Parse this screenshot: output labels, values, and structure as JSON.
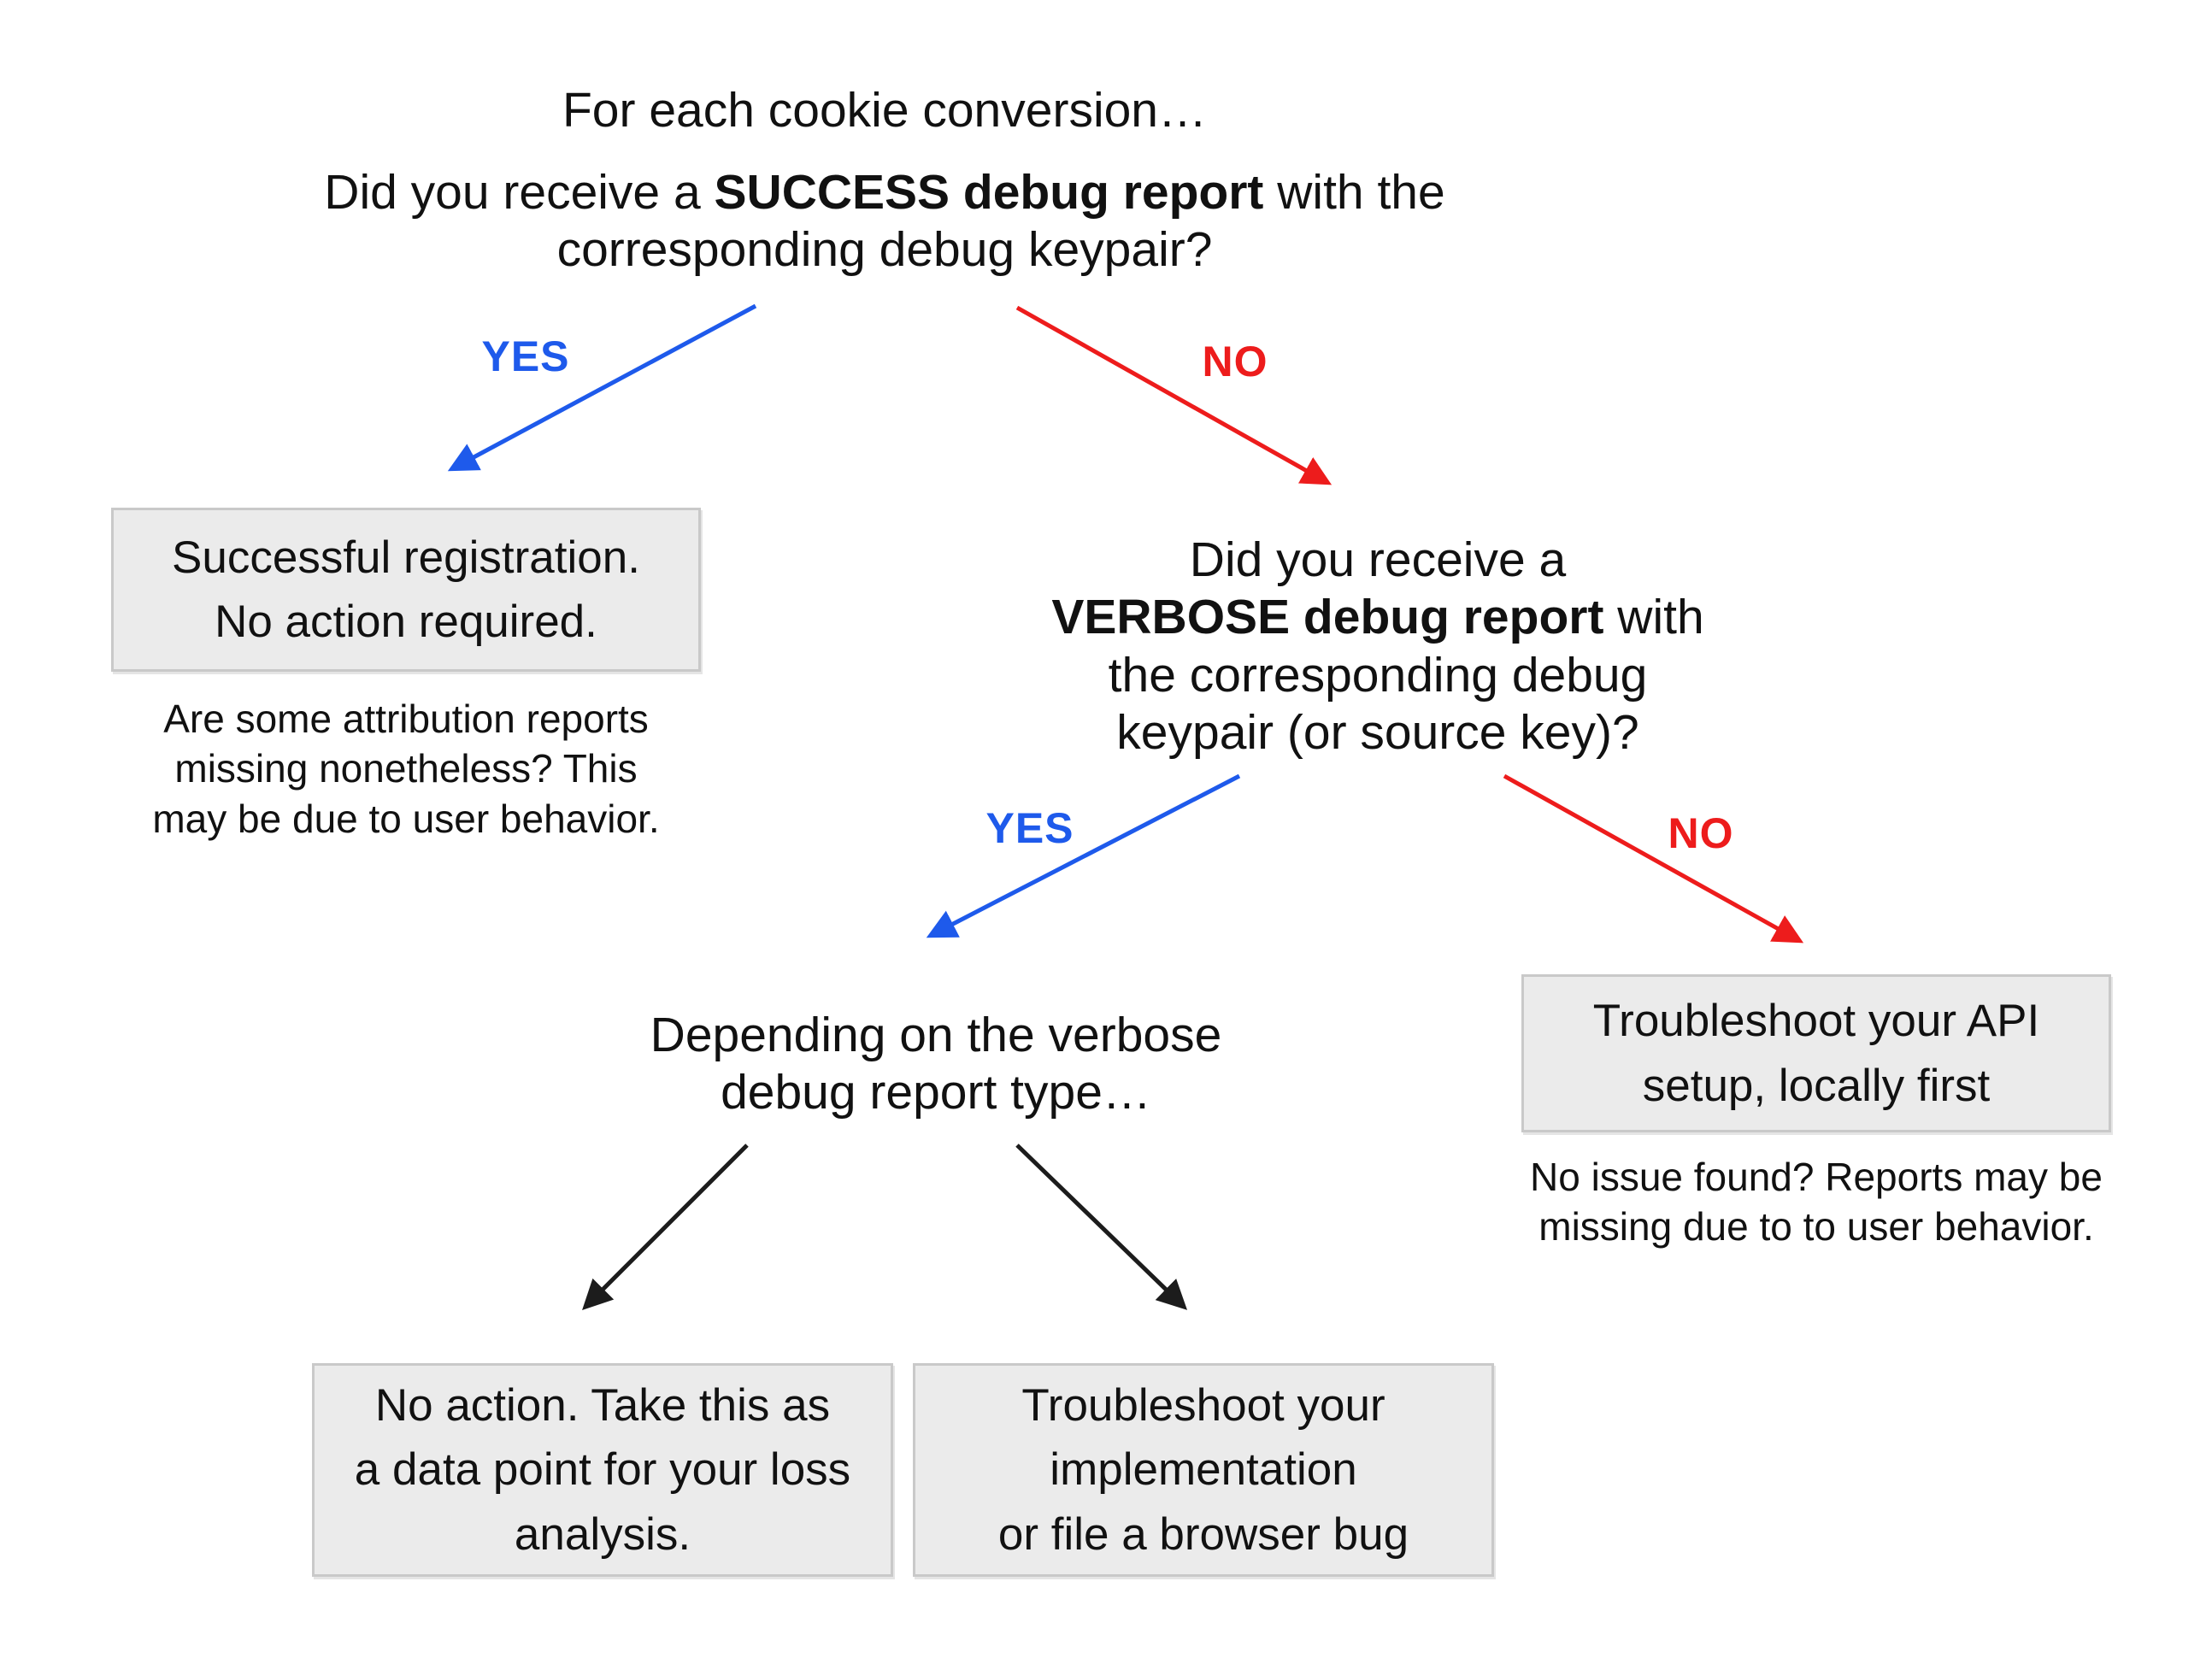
{
  "colors": {
    "blue": "#1e5aeb",
    "red": "#ed1c1c",
    "black": "#1c1c1c",
    "box_bg": "#ebebeb",
    "box_border": "#c9c9c9",
    "text": "#111111"
  },
  "flow": {
    "intro": "For each cookie conversion…",
    "q1": {
      "line1_pre": "Did you receive a ",
      "line1_bold": "SUCCESS debug report",
      "line1_post": " with the",
      "line2": "corresponding debug keypair?"
    },
    "branch1": {
      "yes_label": "YES",
      "no_label": "NO"
    },
    "success_box": "Successful registration.\nNo action required.",
    "success_note": "Are some attribution reports\nmissing nonetheless? This\nmay be due to user behavior.",
    "q2": {
      "line1": "Did you receive a",
      "line2_bold": "VERBOSE debug report",
      "line2_post": " with",
      "line3": "the corresponding debug",
      "line4": "keypair (or source key)?"
    },
    "branch2": {
      "yes_label": "YES",
      "no_label": "NO"
    },
    "depending": "Depending on the verbose\ndebug report type…",
    "api_box": "Troubleshoot your API\nsetup, locally first",
    "api_note": "No issue found? Reports may be\nmissing due to to user behavior.",
    "loss_box": "No action. Take this as\na data point for your loss\nanalysis.",
    "impl_box": "Troubleshoot your\nimplementation\nor file a browser bug"
  }
}
